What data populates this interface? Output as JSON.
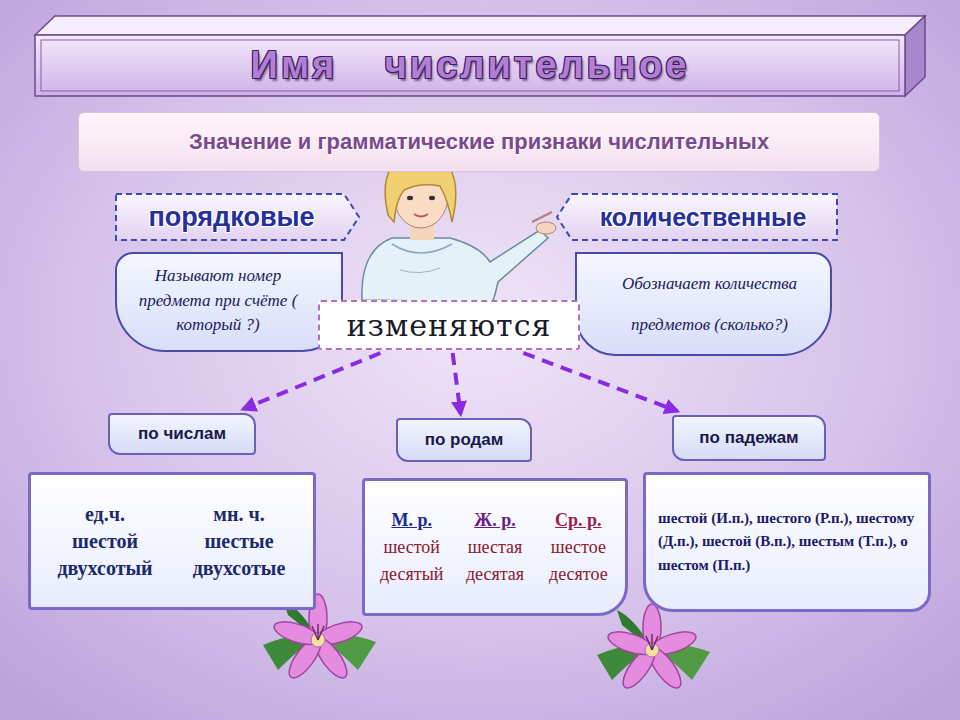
{
  "diagram": {
    "title": "Имя числительное",
    "nodes": [
      {
        "text": [
          "Значение и грамматические признаки числительных"
        ]
      },
      {
        "text": [
          "порядковые"
        ]
      },
      {
        "text": [
          "количественные"
        ]
      },
      {
        "text": [
          "Называют номер предмета при счёте ( который ?)"
        ]
      },
      {
        "text": [
          "Обозначает количества предметов (сколько?)"
        ]
      },
      {
        "text": [
          "изменяются"
        ]
      },
      {
        "text": [
          "по числам"
        ]
      },
      {
        "text": [
          "по родам"
        ]
      },
      {
        "text": [
          "по падежам"
        ]
      },
      {
        "text": [
          "ед.ч.",
          "мн. ч.",
          "шестой",
          "шестые",
          "двухсотый",
          "двухсотые"
        ]
      },
      {
        "text": [
          "М. р.",
          "Ж. р.",
          "Ср. р.",
          "шестой",
          "шестая",
          "шестое",
          "десятый",
          "десятая",
          "десятое"
        ]
      },
      {
        "text": [
          "шестой (И.п.), шестого (Р.п.), шестому (Д.п.), шестой (В.п.), шестым (Т.п.), о шестом (П.п.)"
        ]
      }
    ],
    "edges": [
      {
        "from": 5,
        "to": 6,
        "arrow": "to"
      },
      {
        "from": 5,
        "to": 7,
        "arrow": "to"
      },
      {
        "from": 5,
        "to": 8,
        "arrow": "to"
      }
    ]
  }
}
